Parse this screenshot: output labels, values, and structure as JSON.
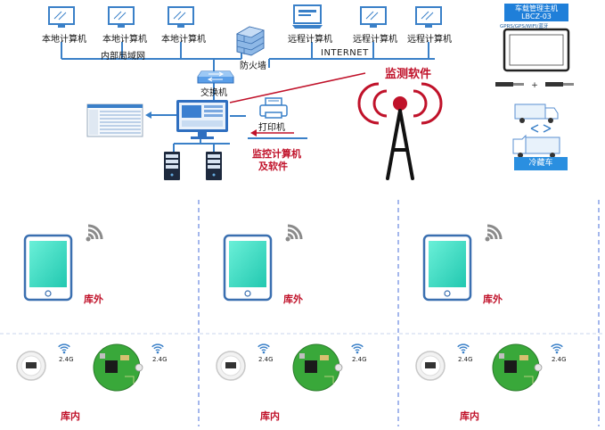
{
  "top": {
    "local_computers": [
      "本地计算机",
      "本地计算机",
      "本地计算机"
    ],
    "lan_label": "内部局域网",
    "firewall_label": "防火墙",
    "internet_label": "INTERNET",
    "remote_computers": [
      "远程计算机",
      "远程计算机",
      "远程计算机"
    ],
    "switch_label": "交换机",
    "printer_label": "打印机",
    "monitor_software": "监测软件",
    "monitor_pc_line1": "监控计算机",
    "monitor_pc_line2": "及软件"
  },
  "vehicle_box": {
    "title_line1": "车载管理主机",
    "title_line2": "LBCZ-03",
    "subtitle": "GPRS/GPS/WIFI/蓝牙",
    "cold_truck_label": "冷藏车"
  },
  "zones": {
    "outside_label": "库外",
    "inside_label": "库内",
    "wifi_band": "2.4G",
    "column_count": 3
  },
  "colors": {
    "net_line": "#3a80c8",
    "red_label": "#c0122a",
    "divider": "#4a6fd8",
    "tablet_screen": "#40e0c0",
    "pcb_green": "#39a83a"
  }
}
